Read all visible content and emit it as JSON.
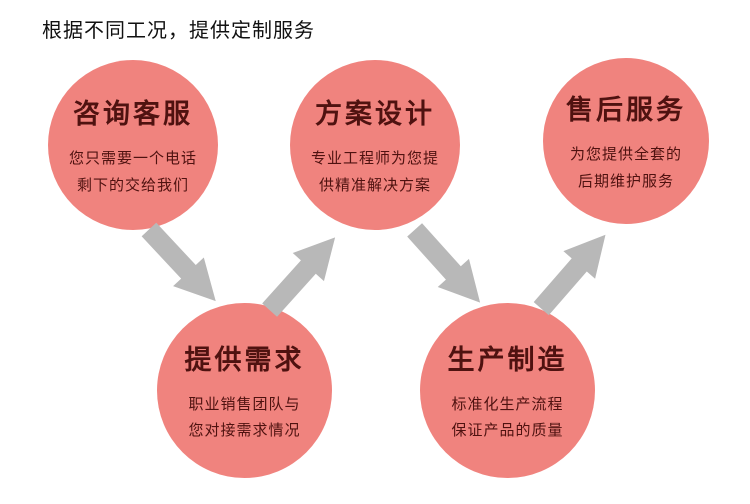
{
  "heading": "根据不同工况，提供定制服务",
  "steps": [
    {
      "id": "consult",
      "title": "咨询客服",
      "desc": "您只需要一个电话\n剩下的交给我们"
    },
    {
      "id": "requirements",
      "title": "提供需求",
      "desc": "职业销售团队与\n您对接需求情况"
    },
    {
      "id": "design",
      "title": "方案设计",
      "desc": "专业工程师为您提\n供精准解决方案"
    },
    {
      "id": "production",
      "title": "生产制造",
      "desc": "标准化生产流程\n保证产品的质量"
    },
    {
      "id": "aftersales",
      "title": "售后服务",
      "desc": "为您提供全套的\n后期维护服务"
    }
  ],
  "flow_order": [
    "咨询客服",
    "提供需求",
    "方案设计",
    "生产制造",
    "售后服务"
  ],
  "colors": {
    "circle_fill": "#f0837e",
    "circle_text": "#4f1210",
    "arrow": "#b8b8b8",
    "heading_text": "#111111",
    "background": "#ffffff"
  }
}
